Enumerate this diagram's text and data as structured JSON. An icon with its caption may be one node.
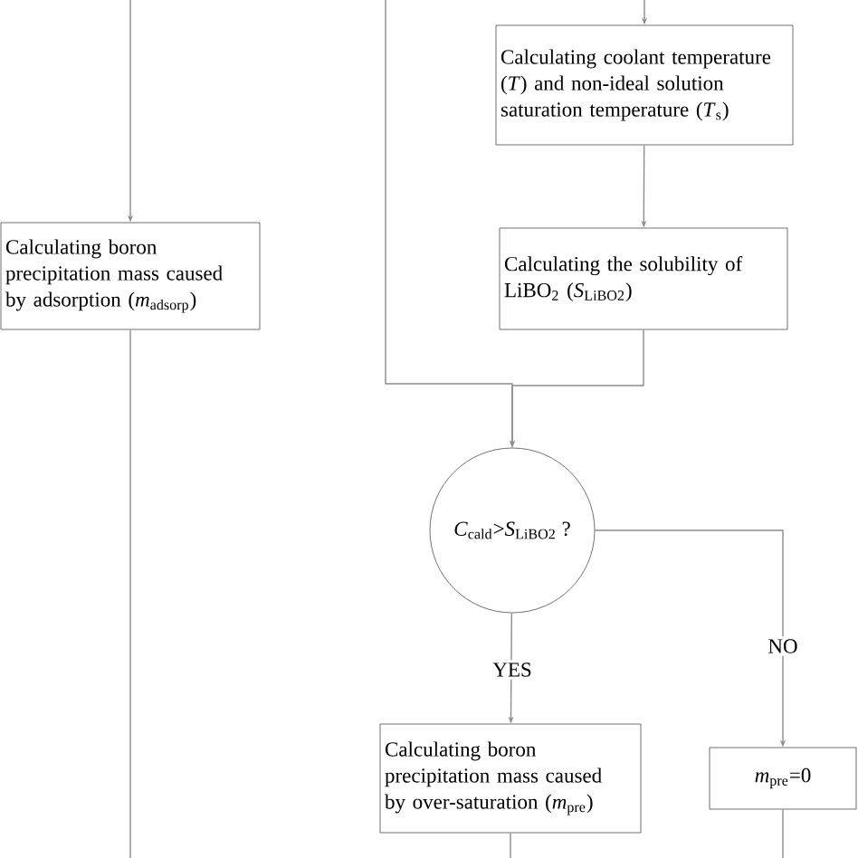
{
  "diagram": {
    "nodes": [
      {
        "text": [
          "Calculating coolant temperature (*T*) and non-ideal solution saturation temperature (*T*$_{s}$)"
        ]
      },
      {
        "text": [
          "Calculating the solubility of LiBO$_{2}$ (*S*$_{LiBO2}$)"
        ]
      },
      {
        "text": [
          "Calculating boron precipitation mass caused by adsorption (*m*$_{adsorp}$)"
        ]
      },
      {
        "text": [
          "*C*$_{cald}$>*S*$_{LiBO2}$ ?"
        ]
      },
      {
        "text": [
          "Calculating boron precipitation mass caused by over-saturation (*m*$_{pre}$)"
        ]
      },
      {
        "text": [
          "*m*$_{pre}$=0"
        ]
      }
    ],
    "edges": [
      {
        "from": null,
        "to": 0,
        "arrow": "to"
      },
      {
        "from": 0,
        "to": 1,
        "arrow": "to"
      },
      {
        "from": null,
        "to": 2,
        "arrow": "to"
      },
      {
        "from": 2,
        "to": null,
        "arrow": "none"
      },
      {
        "from": null,
        "to": 3,
        "arrow": "to"
      },
      {
        "from": 1,
        "to": 3,
        "arrow": "to"
      },
      {
        "from": 3,
        "to": 4,
        "arrow": "to",
        "label": "YES"
      },
      {
        "from": 3,
        "to": 5,
        "arrow": "to",
        "label": "NO"
      },
      {
        "from": 4,
        "to": null,
        "arrow": "none"
      },
      {
        "from": 5,
        "to": null,
        "arrow": "none"
      }
    ]
  }
}
